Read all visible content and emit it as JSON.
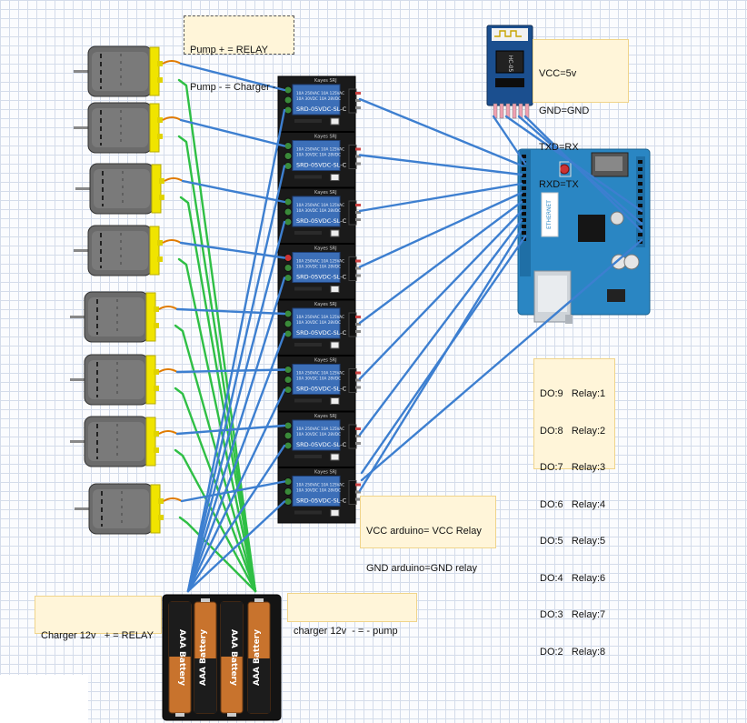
{
  "notes": {
    "pump": {
      "lines": [
        "Pump + = RELAY",
        "Pump - = Charger -"
      ]
    },
    "bluetooth": {
      "lines": [
        "VCC=5v",
        "GND=GND",
        "TXD=RX",
        "RXD=TX"
      ]
    },
    "mapping": {
      "lines": [
        "DO:9   Relay:1",
        "DO:8   Relay:2",
        "DO:7   Relay:3",
        "DO:6   Relay:4",
        "DO:5   Relay:5",
        "DO:4   Relay:6",
        "DO:3   Relay:7",
        "DO:2   Relay:8"
      ]
    },
    "vcc": {
      "lines": [
        "VCC arduino= VCC Relay",
        "GND arduino=GND relay"
      ]
    },
    "charger_plus": {
      "lines": [
        "Charger 12v   + = RELAY"
      ]
    },
    "charger_minus": {
      "lines": [
        "charger 12v  - = - pump"
      ]
    }
  },
  "components": {
    "relay_label": "SRD-05VDC-SL-C",
    "relay_brand": "Kayes SRJ",
    "relay_specs": [
      "10A 250VAC  10A 125VAC",
      "10A  30VDC  10A  28VDC"
    ],
    "bt_module": "HC-05",
    "arduino_board": "ETHERNET",
    "battery_label": "AAA Battery"
  },
  "colors": {
    "wire_blue": "#3d7fd0",
    "wire_green": "#2fbf45",
    "relay_blue": "#3c6fb8",
    "pcb_black": "#1a1a1a",
    "arduino_blue": "#2a86c3",
    "note_bg": "#fff5d9"
  }
}
